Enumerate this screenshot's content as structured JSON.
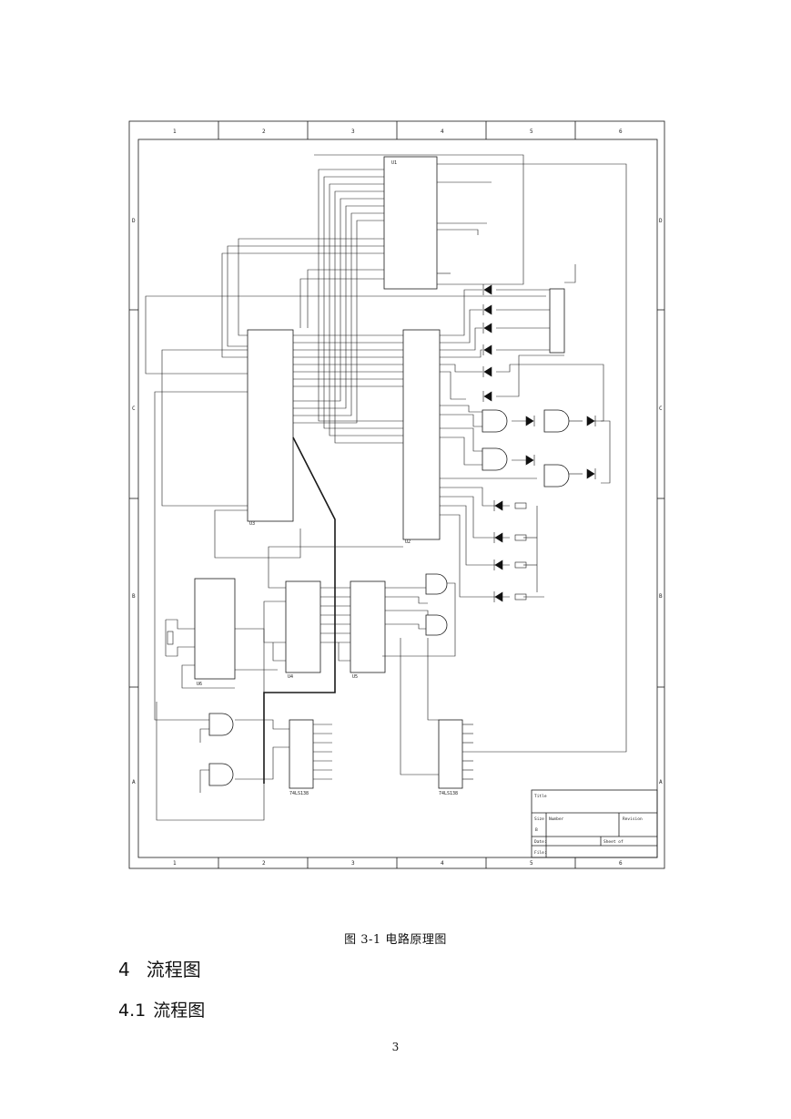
{
  "figure": {
    "caption": "图 3-1 电路原理图",
    "border_columns": [
      "1",
      "2",
      "3",
      "4",
      "5",
      "6"
    ],
    "border_rows": [
      "D",
      "C",
      "B",
      "A"
    ],
    "components": [
      {
        "id": "u1",
        "label": "U1"
      },
      {
        "id": "u2",
        "label": "U2"
      },
      {
        "id": "u3",
        "label": "U3"
      },
      {
        "id": "u4",
        "label": "U4"
      },
      {
        "id": "u5",
        "label": "U5"
      },
      {
        "id": "u6",
        "label": "U6"
      },
      {
        "id": "u7",
        "label": "74LS138"
      },
      {
        "id": "u8",
        "label": "74LS138"
      }
    ],
    "title_block": {
      "title_label": "Title",
      "size_label": "Size",
      "size_value": "B",
      "number_label": "Number",
      "revision_label": "Revision",
      "date_label": "Date:",
      "sheet_label": "Sheet of",
      "file_label": "File:"
    }
  },
  "section": {
    "number": "4",
    "title": "流程图"
  },
  "subsection": {
    "number": "4.1",
    "title": "流程图"
  },
  "page_number": "3"
}
